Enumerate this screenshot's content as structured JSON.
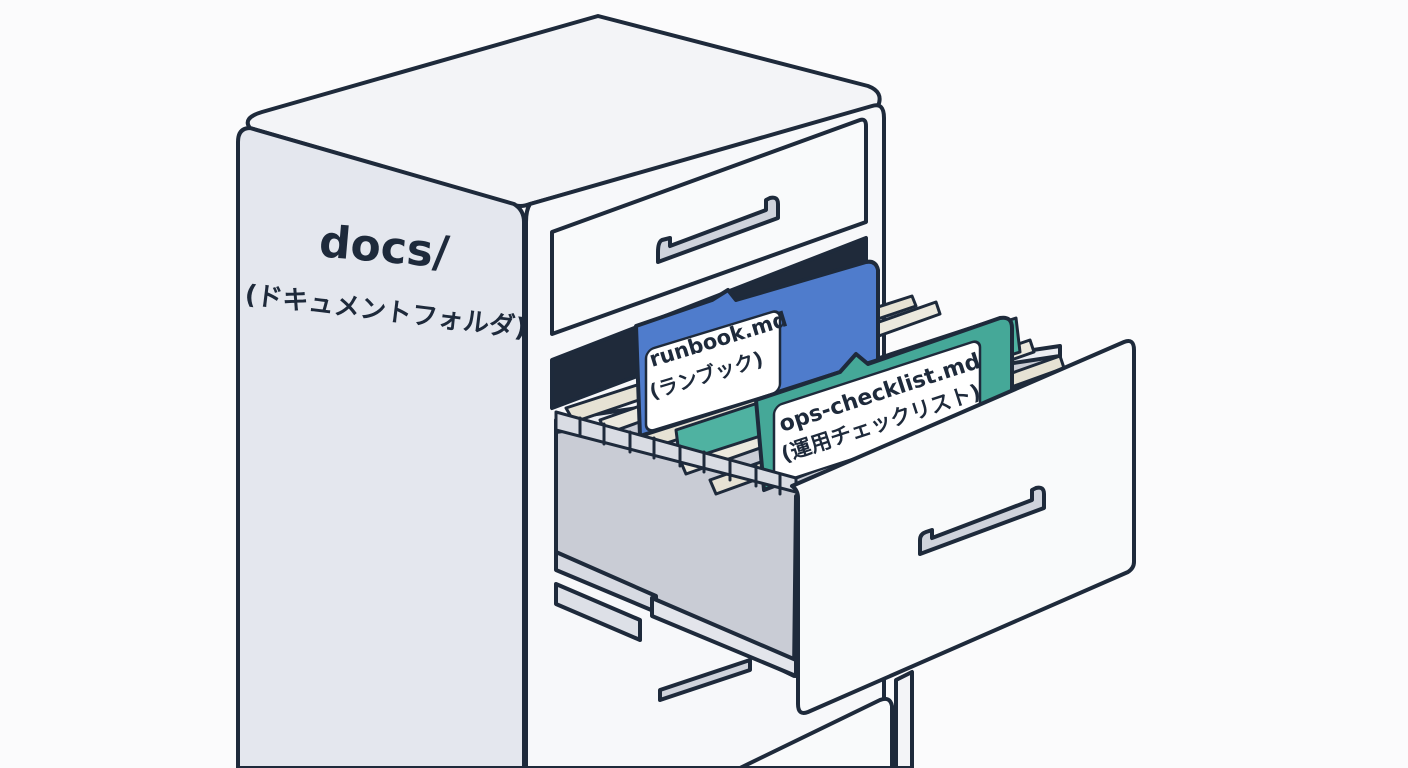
{
  "cabinet": {
    "side_label": "docs/",
    "side_sublabel": "(ドキュメントフォルダ)"
  },
  "files": [
    {
      "name": "runbook.md",
      "subtitle": "(ランブック)",
      "color": "#4f7ccc"
    },
    {
      "name": "ops-checklist.md",
      "subtitle": "(運用チェックリスト)",
      "color": "#45a898"
    }
  ],
  "colors": {
    "outline": "#1e2a3b",
    "cabinet_side": "#e4e7ee",
    "cabinet_front": "#f7f8fa",
    "drawer_inner": "#c9ccd5",
    "folder_back": "#e6e2d4"
  }
}
